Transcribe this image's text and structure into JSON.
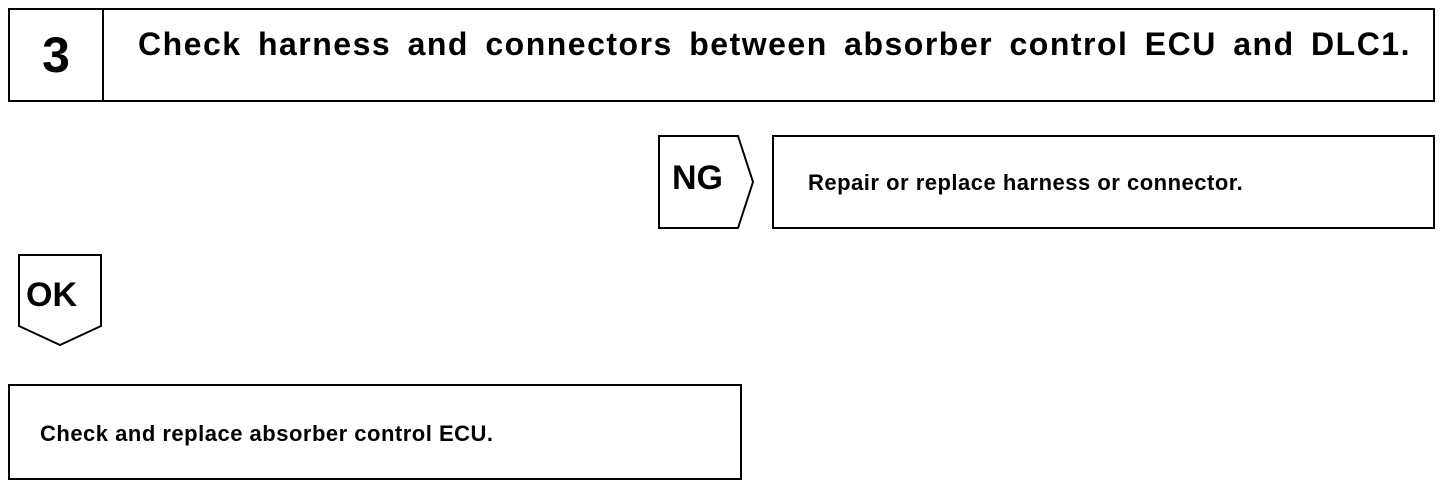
{
  "step": {
    "number": "3",
    "title": "Check harness and connectors between absorber control ECU and DLC1."
  },
  "ng": {
    "label": "NG",
    "action": "Repair or replace harness or connector."
  },
  "ok": {
    "label": "OK",
    "action": "Check and replace absorber control ECU."
  }
}
